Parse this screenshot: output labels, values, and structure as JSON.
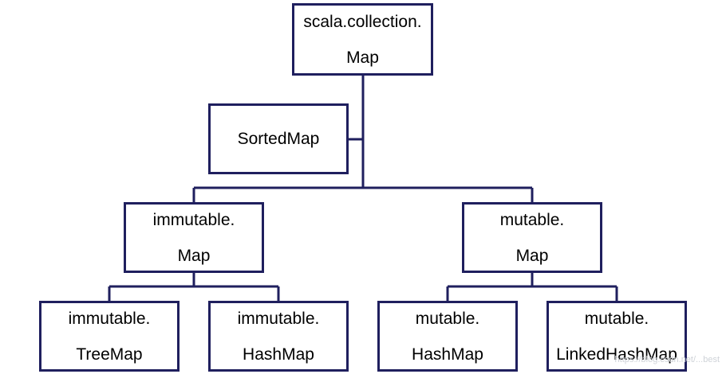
{
  "colors": {
    "box_border": "#1f1f5e",
    "connector": "#1f1f5e",
    "text": "#000000",
    "background": "#ffffff"
  },
  "nodes": {
    "root": {
      "line1": "scala.collection.",
      "line2": "Map"
    },
    "sorted": {
      "line1": "SortedMap"
    },
    "immutable": {
      "line1": "immutable.",
      "line2": "Map"
    },
    "mutable": {
      "line1": "mutable.",
      "line2": "Map"
    },
    "imm_tree": {
      "line1": "immutable.",
      "line2": "TreeMap"
    },
    "imm_hash": {
      "line1": "immutable.",
      "line2": "HashMap"
    },
    "mut_hash": {
      "line1": "mutable.",
      "line2": "HashMap"
    },
    "mut_linked": {
      "line1": "mutable.",
      "line2": "LinkedHashMap"
    }
  },
  "watermark": "https://blog.csdn.net/...best"
}
